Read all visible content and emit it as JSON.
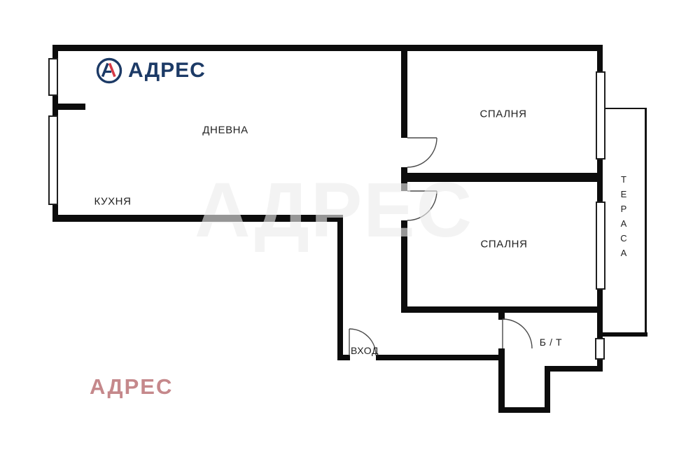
{
  "brand": {
    "name": "АДРЕС"
  },
  "rooms": {
    "living": "ДНЕВНА",
    "kitchen": "КУХНЯ",
    "bedroom1": "СПАЛНЯ",
    "bedroom2": "СПАЛНЯ",
    "terrace": "ТЕРАСА",
    "entrance": "ВХОД",
    "bathroom": "Б / Т"
  },
  "watermarks": {
    "center": "АДРЕС",
    "bottom": "АДРЕС"
  },
  "colors": {
    "wall": "#0c0c0c",
    "brand_navy": "#1c3a66",
    "brand_red": "#d63a45",
    "watermark_pink": "#c5888b"
  }
}
